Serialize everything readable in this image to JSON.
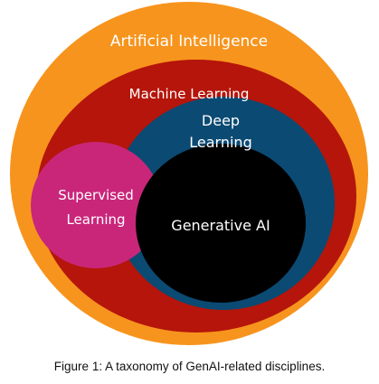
{
  "diagram": {
    "artificial_intelligence": "Artificial Intelligence",
    "machine_learning": "Machine Learning",
    "deep_learning_line1": "Deep",
    "deep_learning_line2": "Learning",
    "supervised_learning_line1": "Supervised",
    "supervised_learning_line2": "Learning",
    "generative_ai": "Generative AI"
  },
  "colors": {
    "ai": "#f7941d",
    "ml": "#b5150b",
    "dl": "#0b4a73",
    "supervised": "#c9267a",
    "generative": "#000000",
    "text": "#ffffff"
  },
  "caption": "Figure 1: A taxonomy of GenAI-related disciplines."
}
